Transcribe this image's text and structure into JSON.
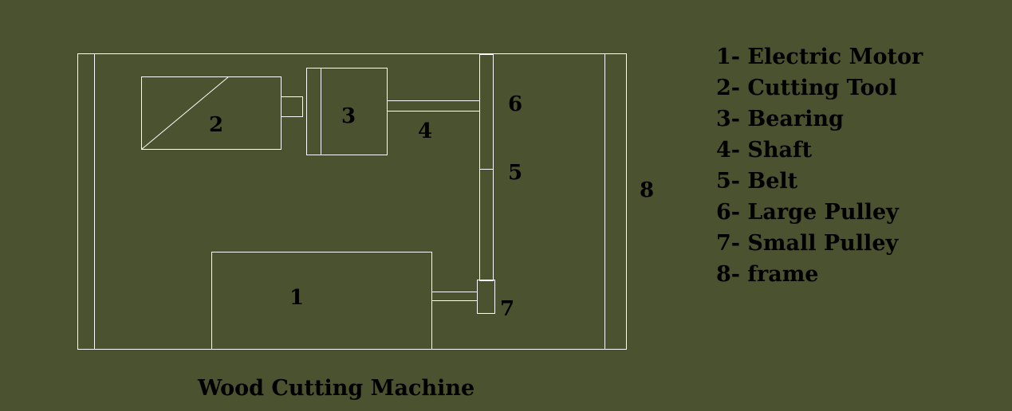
{
  "labels": {
    "motor": "1",
    "cutting_tool": "2",
    "bearing": "3",
    "shaft": "4",
    "belt": "5",
    "large_pulley": "6",
    "small_pulley": "7",
    "frame": "8"
  },
  "legend": [
    "1- Electric Motor",
    "2- Cutting Tool",
    "3- Bearing",
    "4- Shaft",
    "5- Belt",
    "6- Large Pulley",
    "7- Small Pulley",
    "8- frame"
  ],
  "caption": "Wood Cutting Machine",
  "colors": {
    "background": "#4b5230",
    "lines": "#ffffff",
    "text": "#000000"
  }
}
